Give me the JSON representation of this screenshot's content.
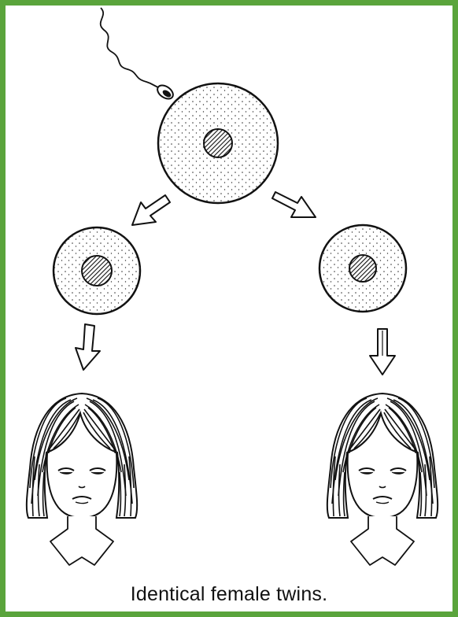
{
  "caption": "Identical female twins.",
  "colors": {
    "border": "#5aa43c",
    "ink": "#111111",
    "paper": "#ffffff"
  },
  "diagram": {
    "nodes": [
      {
        "id": "zygote",
        "kind": "fertilized egg with sperm"
      },
      {
        "id": "cell-left",
        "kind": "cell"
      },
      {
        "id": "cell-right",
        "kind": "cell"
      },
      {
        "id": "twin-left",
        "kind": "girl face"
      },
      {
        "id": "twin-right",
        "kind": "girl face"
      }
    ],
    "edges": [
      {
        "from": "zygote",
        "to": "cell-left"
      },
      {
        "from": "zygote",
        "to": "cell-right"
      },
      {
        "from": "cell-left",
        "to": "twin-left"
      },
      {
        "from": "cell-right",
        "to": "twin-right"
      }
    ]
  }
}
